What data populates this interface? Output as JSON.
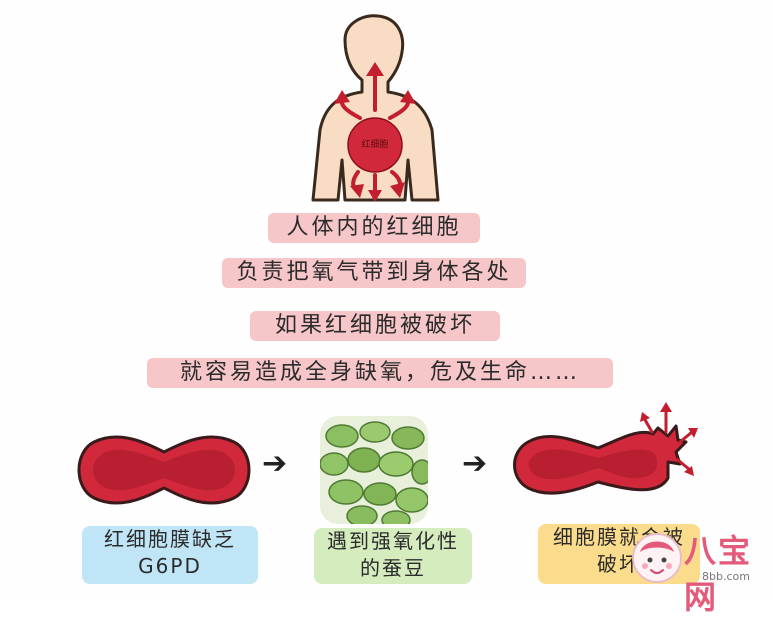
{
  "body_figure": {
    "chest_label": "红细胞"
  },
  "text_lines": [
    "人体内的红细胞",
    "负责把氧气带到身体各处",
    "如果红细胞被破坏",
    "就容易造成全身缺氧，危及生命……"
  ],
  "steps": {
    "left": {
      "line1": "红细胞膜缺乏",
      "line2": "G6PD"
    },
    "middle": {
      "line1": "遇到强氧化性",
      "line2": "的蚕豆"
    },
    "right": {
      "line1": "细胞膜就会被",
      "line2": "破坏"
    }
  },
  "arrow_glyph": "➔",
  "watermark": {
    "text": "八宝网",
    "url": "8bb.com"
  },
  "colors": {
    "skin": "#f9dcc4",
    "outline": "#3a2a1e",
    "red_cell": "#d2283b",
    "red_cell_dark": "#8f0f1f",
    "line_bg": "#f6c6c9",
    "tag_blue": "#bfe5f7",
    "tag_green": "#d5ecbf",
    "tag_yellow": "#fbdc8c",
    "bean_green": "#8cbf62"
  }
}
